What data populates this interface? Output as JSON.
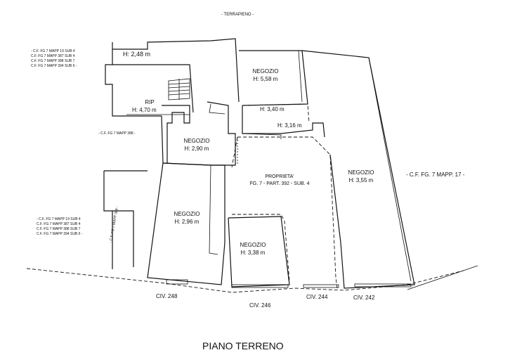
{
  "labels": {
    "terrapieno": "- TERRAPIENO -",
    "h_248": "H: 2,48 m",
    "cf_top_left": [
      "- C.F. FG 7 MAPP 19 SUB 4",
      "C.F. FG 7 MAPP 387 SUB 4",
      "C.F. FG 7 MAPP 388 SUB 7",
      "C.F. FG 7 MAPP 394 SUB 6 -"
    ],
    "cf_388": "- C.F. FG 7 MAPP 388 -",
    "cf_bottom_left": [
      "- C.F. FG 7 MAPP 19 SUB 4",
      "C.F. FG 7 MAPP 387 SUB 4",
      "C.F. FG 7 MAPP 388 SUB 7",
      "C.F. FG 7 MAPP 394 SUB 6 -"
    ],
    "cf_vertical": "- C.F. FG 7 MAPP 388 -",
    "cf_right": "- C.F. FG. 7 MAPP. 17 -",
    "rip": "RIP",
    "h_470": "H: 4,70 m",
    "negozio_top": "NEGOZIO",
    "h_558": "H: 5,58 m",
    "h_340": "H: 3,40 m",
    "h_316": "H: 3,16 m",
    "negozio_mid": "NEGOZIO",
    "h_290": "H: 2,90 m",
    "proprieta_1": "PROPRIETA'",
    "proprieta_2": "FG. 7 - PART. 392 - SUB. 4",
    "negozio_right": "NEGOZIO",
    "h_355": "H: 3,55 m",
    "negozio_left": "NEGOZIO",
    "h_296": "H: 2,96 m",
    "negozio_bottom": "NEGOZIO",
    "h_338": "H: 3,38 m",
    "civ_248": "CIV. 248",
    "civ_246": "CIV. 246",
    "civ_244": "CIV. 244",
    "civ_242": "CIV. 242",
    "title": "PIANO TERRENO"
  }
}
